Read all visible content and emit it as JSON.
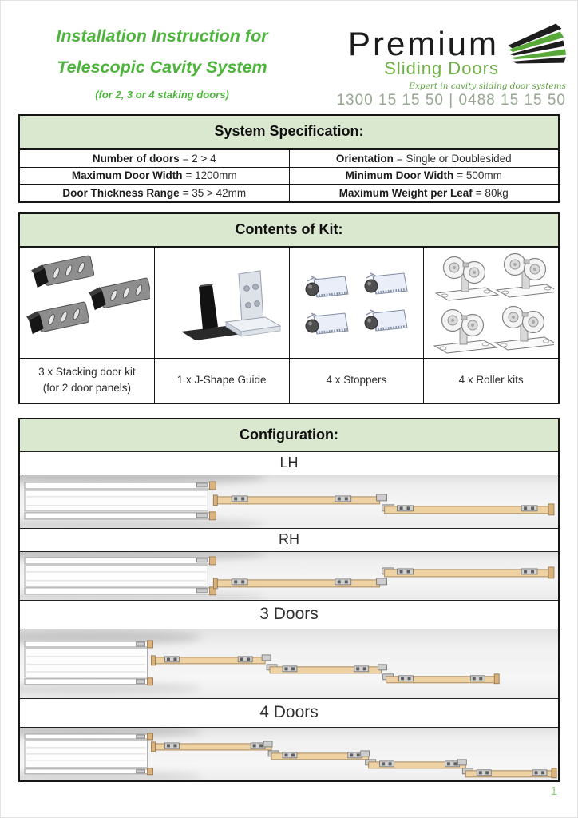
{
  "header": {
    "title_line1": "Installation Instruction for",
    "title_line2": "Telescopic Cavity System",
    "subtitle": "(for 2, 3 or 4 staking doors)",
    "logo": {
      "brand_top": "Premium",
      "brand_bottom": "Sliding Doors",
      "tagline": "Expert in cavity sliding door systems",
      "phone": "1300 15 15 50 | 0488 15 15 50"
    }
  },
  "spec_table": {
    "title": "System Specification:",
    "rows": [
      {
        "left_label": "Number of doors",
        "left_value": "= 2 > 4",
        "right_label": "Orientation",
        "right_value": "= Single or Doublesided"
      },
      {
        "left_label": "Maximum Door Width",
        "left_value": "= 1200mm",
        "right_label": "Minimum Door Width",
        "right_value": "= 500mm"
      },
      {
        "left_label": "Door Thickness Range",
        "left_value": "= 35 > 42mm",
        "right_label": "Maximum Weight per Leaf",
        "right_value": "= 80kg"
      }
    ]
  },
  "kit_table": {
    "title": "Contents of Kit:",
    "items": [
      {
        "label_line1": "3 x Stacking door kit",
        "label_line2": "(for 2 door panels)",
        "icon": "stacking-door-kit-icon"
      },
      {
        "label_line1": "1 x J-Shape Guide",
        "icon": "j-shape-guide-icon"
      },
      {
        "label_line1": "4 x Stoppers",
        "icon": "stoppers-icon"
      },
      {
        "label_line1": "4 x Roller kits",
        "icon": "roller-kits-icon"
      }
    ]
  },
  "config_table": {
    "title": "Configuration:",
    "sections": [
      {
        "label": "LH"
      },
      {
        "label": "RH"
      },
      {
        "label": "3 Doors"
      },
      {
        "label": "4 Doors"
      }
    ]
  },
  "footer": {
    "page_number": "1"
  },
  "colors": {
    "accent_green": "#4db53c",
    "logo_green": "#6fb044",
    "phone_green_gray": "#97a791",
    "table_header_bg": "#dbe8d0",
    "door_track_tan": "#eed2a4",
    "page_number_green": "#8fce7f"
  }
}
